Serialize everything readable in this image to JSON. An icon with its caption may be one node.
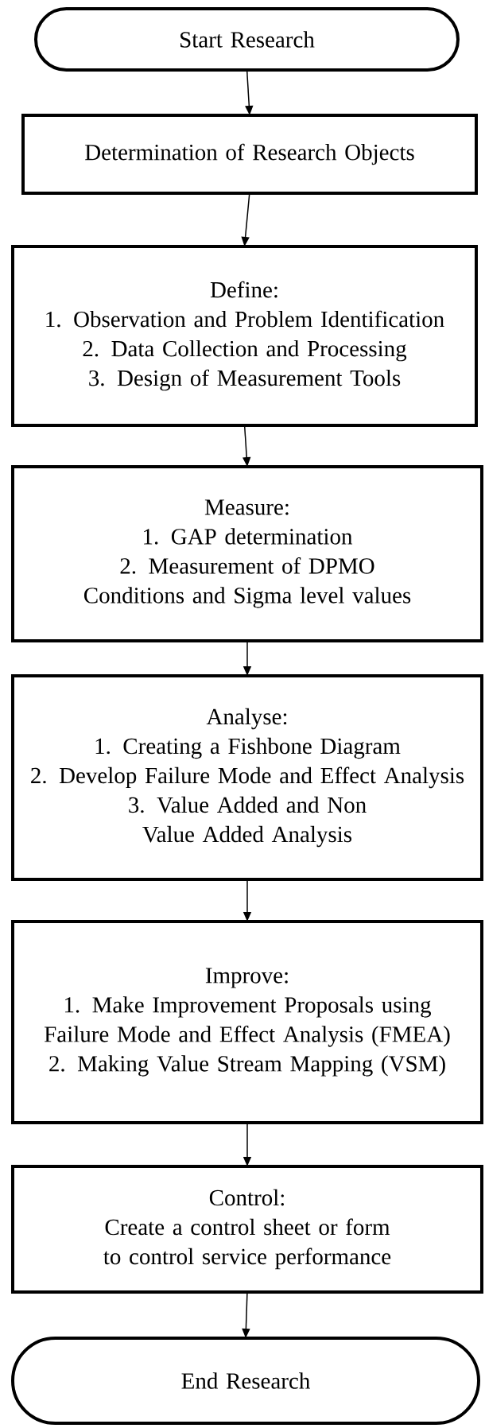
{
  "diagram": {
    "nodes": [
      {
        "text": [
          "Start Research"
        ]
      },
      {
        "text": [
          "Determination of Research Objects"
        ]
      },
      {
        "text": [
          "Define:",
          "1. Observation and Problem Identification",
          "2. Data Collection and Processing",
          "3. Design of Measurement Tools"
        ]
      },
      {
        "text": [
          "Measure:",
          "1. GAP determination",
          "2. Measurement of DPMO Conditions and Sigma level values"
        ]
      },
      {
        "text": [
          "Analyse:",
          "1. Creating a Fishbone Diagram",
          "2. Develop Failure Mode and Effect Analysis",
          "3. Value Added and Non Value Added Analysis"
        ]
      },
      {
        "text": [
          "Improve:",
          "1. Make Improvement Proposals using Failure Mode and Effect Analysis (FMEA)",
          "2. Making Value Stream Mapping (VSM)"
        ]
      },
      {
        "text": [
          "Control:",
          "Create a control sheet or form to control service performance"
        ]
      },
      {
        "text": [
          "End Research"
        ]
      }
    ],
    "edges": [
      {
        "from": 0,
        "to": 1,
        "arrow": "to"
      },
      {
        "from": 1,
        "to": 2,
        "arrow": "to"
      },
      {
        "from": 2,
        "to": 3,
        "arrow": "to"
      },
      {
        "from": 3,
        "to": 4,
        "arrow": "to"
      },
      {
        "from": 4,
        "to": 5,
        "arrow": "to"
      },
      {
        "from": 5,
        "to": 6,
        "arrow": "to"
      },
      {
        "from": 6,
        "to": 7,
        "arrow": "to"
      }
    ]
  }
}
